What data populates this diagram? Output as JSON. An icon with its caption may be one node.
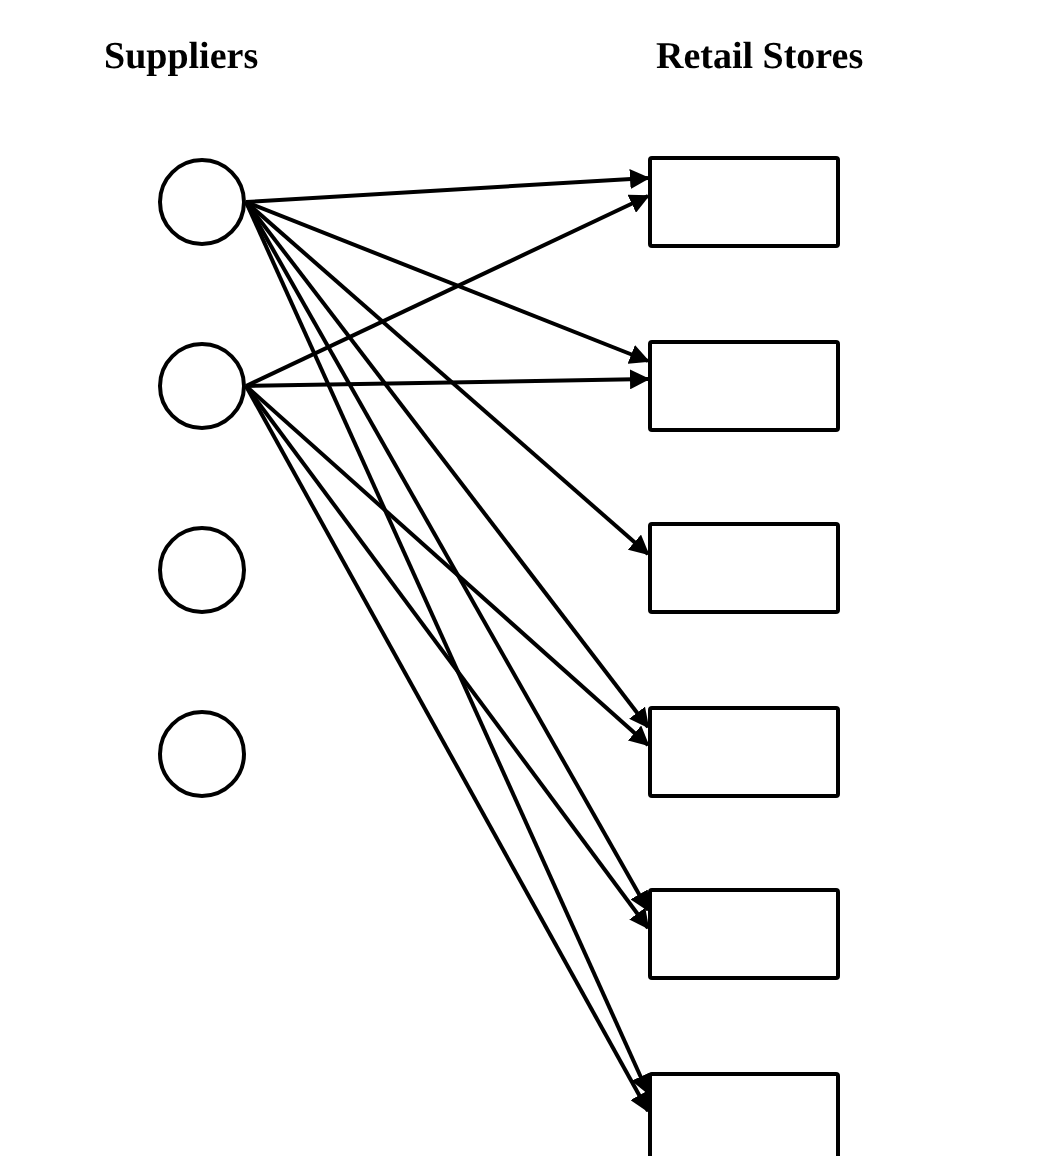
{
  "diagram": {
    "nodes": [
      {
        "text": [],
        "shape": "circle"
      },
      {
        "text": [],
        "shape": "circle"
      },
      {
        "text": [],
        "shape": "circle"
      },
      {
        "text": [],
        "shape": "circle"
      },
      {
        "text": [],
        "shape": "box"
      },
      {
        "text": [],
        "shape": "box"
      },
      {
        "text": [],
        "shape": "box"
      },
      {
        "text": [],
        "shape": "box"
      },
      {
        "text": [],
        "shape": "box"
      },
      {
        "text": [],
        "shape": "box"
      }
    ],
    "edges": [
      {
        "from": 0,
        "to": 4,
        "arrow": "to"
      },
      {
        "from": 0,
        "to": 5,
        "arrow": "to"
      },
      {
        "from": 0,
        "to": 6,
        "arrow": "to"
      },
      {
        "from": 0,
        "to": 7,
        "arrow": "to"
      },
      {
        "from": 0,
        "to": 8,
        "arrow": "to"
      },
      {
        "from": 0,
        "to": 9,
        "arrow": "to"
      },
      {
        "from": 1,
        "to": 4,
        "arrow": "to"
      },
      {
        "from": 1,
        "to": 5,
        "arrow": "to"
      },
      {
        "from": 1,
        "to": 7,
        "arrow": "to"
      },
      {
        "from": 1,
        "to": 8,
        "arrow": "to"
      },
      {
        "from": 1,
        "to": 9,
        "arrow": "to"
      }
    ],
    "labels": [
      "Suppliers",
      "Retail Stores"
    ]
  }
}
